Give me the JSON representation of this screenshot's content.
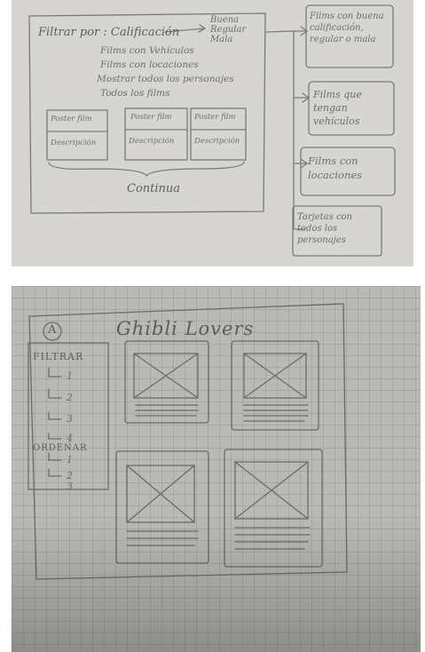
{
  "sketch_top": {
    "filter_line": "Filtrar por : Calificación",
    "rating_options": [
      "Buena",
      "Regular",
      "Mala"
    ],
    "menu_items": [
      "Films con Vehículos",
      "Films con locaciones",
      "Mostrar todos los personajes",
      "Todos los films"
    ],
    "cards": [
      {
        "poster": "Poster film",
        "description": "Descripción"
      },
      {
        "poster": "Poster film",
        "description": "Descripción"
      },
      {
        "poster": "Poster film",
        "description": "Descripción"
      }
    ],
    "continue_label": "Continua",
    "results": [
      "Films con buena calificación, regular o mala",
      "Films que tengan vehículos",
      "Films con locaciones",
      "Tarjetas con todos los personajes"
    ]
  },
  "sketch_bottom": {
    "logo_letter": "A",
    "title": "Ghibli Lovers",
    "sidebar": {
      "filter_heading": "FILTRAR",
      "filter_items": [
        "1",
        "2",
        "3",
        "4"
      ],
      "order_heading": "ORDENAR",
      "order_items": [
        "1",
        "2",
        "3"
      ]
    }
  }
}
